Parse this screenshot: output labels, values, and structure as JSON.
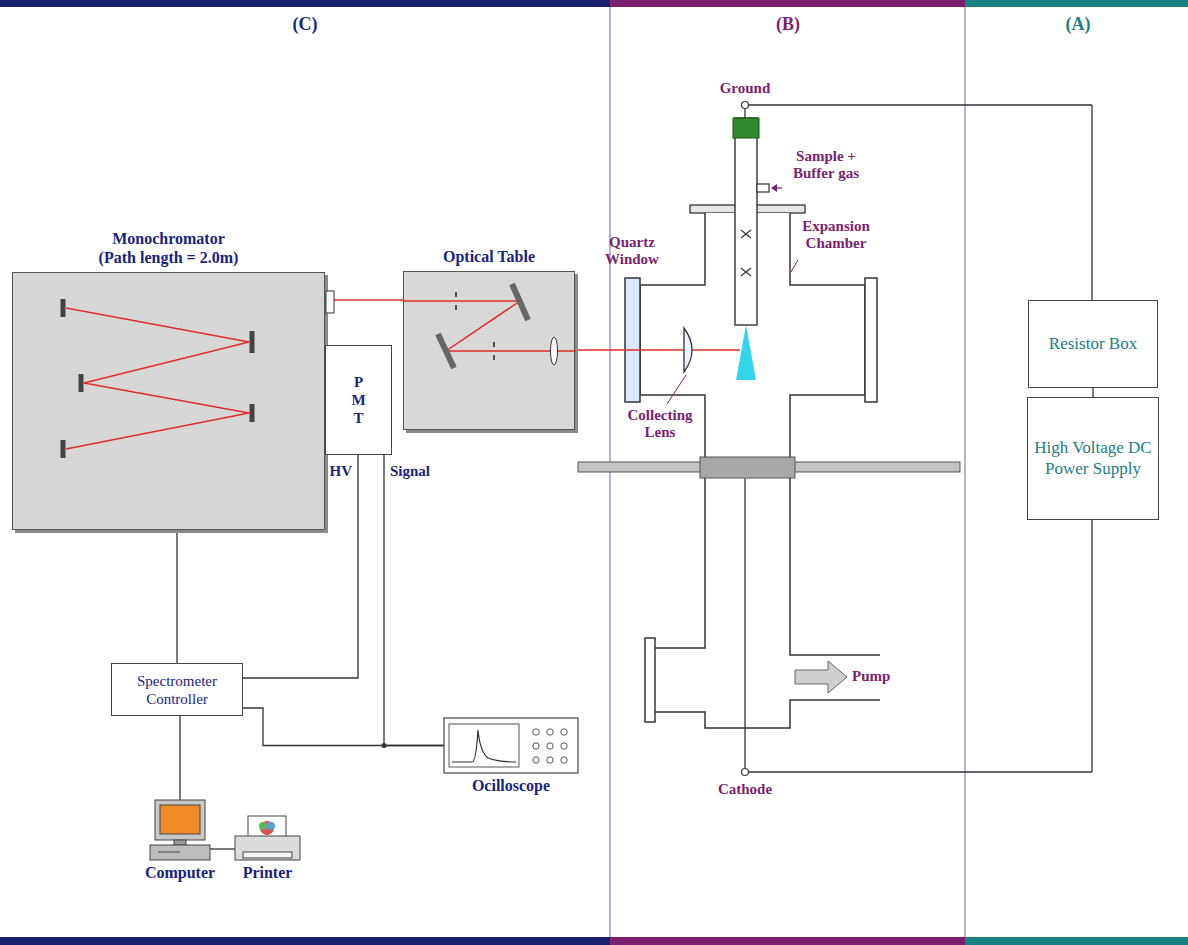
{
  "diagram": {
    "nodes": [
      {
        "text": [
          "Monochromator (Path length = 2.0m)"
        ]
      },
      {
        "text": [
          "Optical Table"
        ]
      },
      {
        "text": [
          "P M T"
        ]
      },
      {
        "text": [
          "Spectrometer Controller"
        ]
      },
      {
        "text": [
          "Ocilloscope"
        ]
      },
      {
        "text": [
          "Computer"
        ]
      },
      {
        "text": [
          "Printer"
        ]
      },
      {
        "text": [
          "Resistor Box"
        ]
      },
      {
        "text": [
          "High Voltage DC Power Supply"
        ]
      }
    ],
    "edges": [
      {
        "from": 0,
        "to": 3,
        "arrow": "none"
      },
      {
        "from": 2,
        "to": 3,
        "label": "HV",
        "arrow": "none"
      },
      {
        "from": 2,
        "to": 4,
        "label": "Signal",
        "arrow": "none"
      },
      {
        "from": 3,
        "to": 4,
        "arrow": "none"
      },
      {
        "from": 3,
        "to": 5,
        "arrow": "none"
      },
      {
        "from": 5,
        "to": 6,
        "arrow": "none"
      },
      {
        "from": 7,
        "to": 8,
        "arrow": "none"
      }
    ],
    "labels": [
      "(C)",
      "(B)",
      "(A)",
      "Ground",
      "Sample + Buffer gas",
      "Quartz Window",
      "Expansion Chamber",
      "Collecting Lens",
      "Pump",
      "Cathode"
    ]
  }
}
